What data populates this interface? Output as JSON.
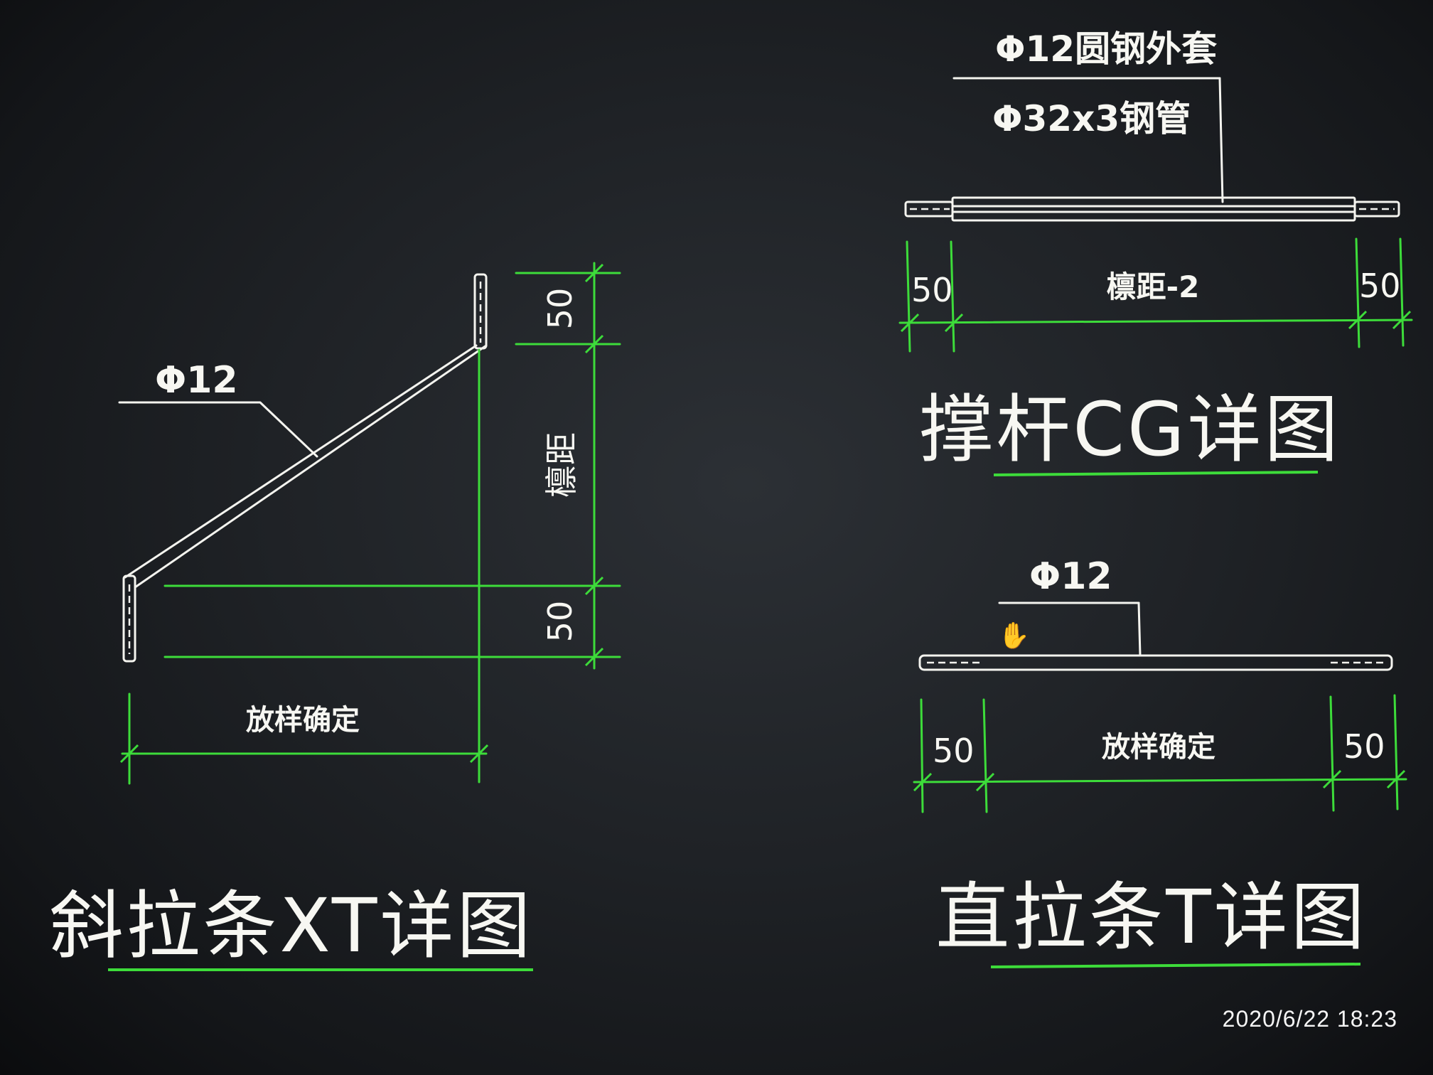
{
  "diagonal_tie": {
    "label": "Φ12",
    "dim_top": "50",
    "dim_mid": "檩距",
    "dim_bottom": "50",
    "dim_horizontal": "放样确定",
    "title": "斜拉条XT详图"
  },
  "strut": {
    "label_top": "Φ12圆钢外套",
    "label_bottom": "Φ32x3钢管",
    "dim_left": "50",
    "dim_mid": "檩距-2",
    "dim_right": "50",
    "title": "撑杆CG详图"
  },
  "straight_tie": {
    "label": "Φ12",
    "dim_left": "50",
    "dim_mid": "放样确定",
    "dim_right": "50",
    "title": "直拉条T详图"
  },
  "cursor_icon": "hand-cursor-icon",
  "timestamp": "2020/6/22  18:23",
  "colors": {
    "drawing": "#f4f4ef",
    "dimension": "#3ddc3a",
    "background": "#1f2226"
  }
}
